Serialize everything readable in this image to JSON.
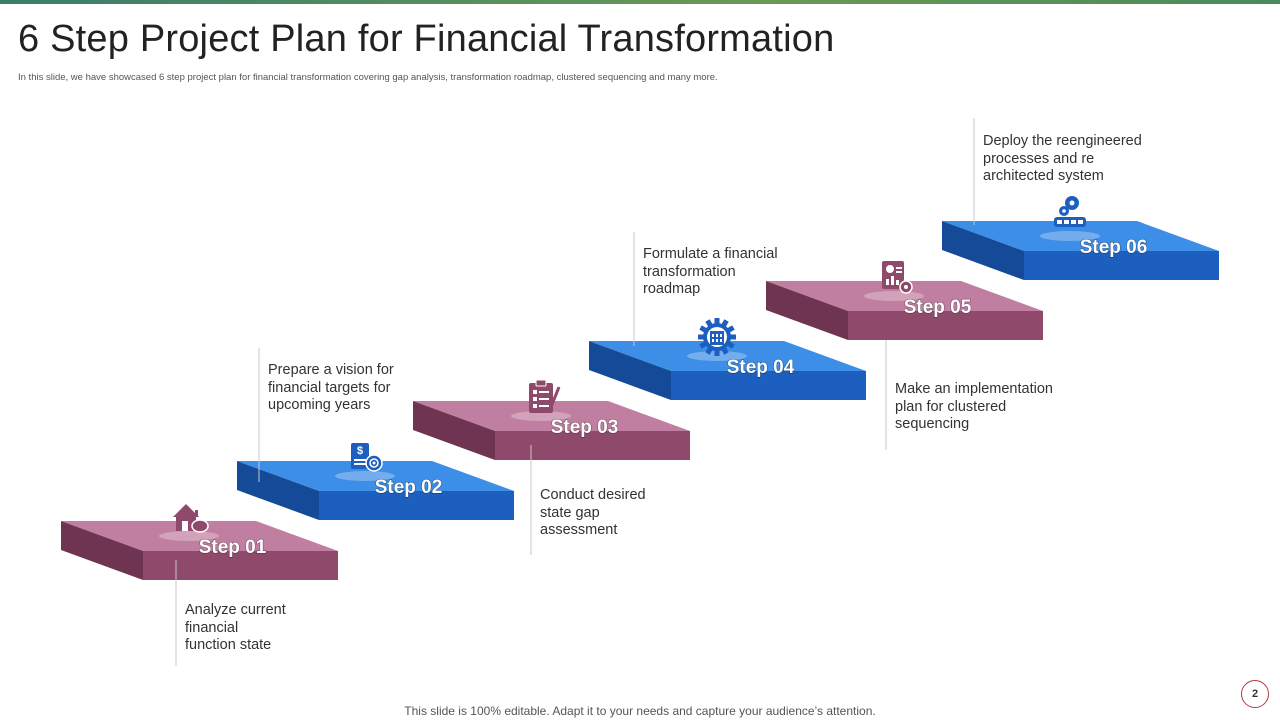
{
  "title": "6 Step Project Plan for Financial Transformation",
  "subtitle": "In this slide, we have showcased 6 step project plan for financial transformation covering gap analysis, transformation roadmap, clustered sequencing and many more.",
  "footer": "This slide is 100% editable. Adapt it to your needs and capture your audience’s attention.",
  "page_number": "2",
  "colors": {
    "purple_top": "#c07fa0",
    "purple_front": "#8f4a6b",
    "purple_side": "#6e3451",
    "blue_top": "#3d8ee6",
    "blue_front": "#1c5fbf",
    "blue_side": "#154a99",
    "icon_purple": "#8f4a6b",
    "icon_blue": "#1c5fbf"
  },
  "steps": [
    {
      "label": "Step 01",
      "color": "purple",
      "icon": "house-piggy-bank-icon",
      "description": [
        "Analyze current",
        "financial",
        "function state"
      ]
    },
    {
      "label": "Step 02",
      "color": "blue",
      "icon": "dollar-document-target-icon",
      "description": [
        "Prepare a vision for",
        "financial targets for",
        "upcoming years"
      ]
    },
    {
      "label": "Step 03",
      "color": "purple",
      "icon": "clipboard-checklist-icon",
      "description": [
        "Conduct desired",
        "state gap",
        "assessment"
      ]
    },
    {
      "label": "Step 04",
      "color": "blue",
      "icon": "gear-building-icon",
      "description": [
        "Formulate a financial",
        "transformation",
        "roadmap"
      ]
    },
    {
      "label": "Step 05",
      "color": "purple",
      "icon": "report-chart-gear-icon",
      "description": [
        "Make an implementation",
        "plan for clustered",
        "sequencing"
      ]
    },
    {
      "label": "Step 06",
      "color": "blue",
      "icon": "gears-cloud-system-icon",
      "description": [
        "Deploy the reengineered",
        "processes and re",
        "architected system"
      ]
    }
  ]
}
